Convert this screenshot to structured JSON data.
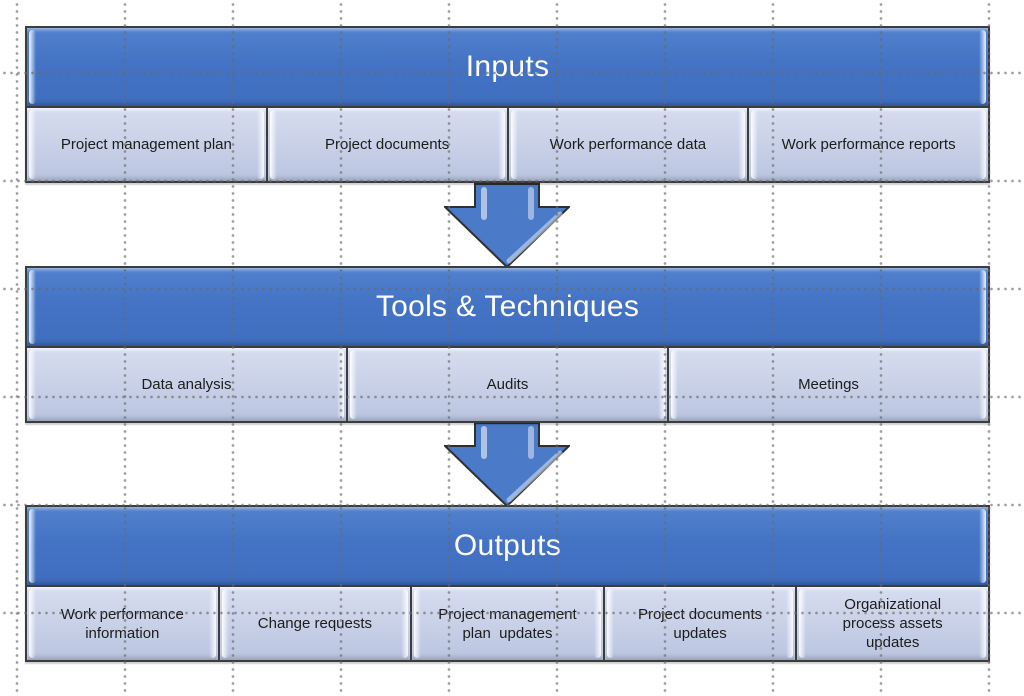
{
  "colors": {
    "background": "#FFFFFF",
    "header_fill": "#4473C5",
    "item_fill": "#C9D1E8",
    "border": "#3C3C3C",
    "header_text": "#FFFFFF",
    "item_text": "#1C1C1C",
    "arrow_fill": "#4A7AC8",
    "grid_dot": "#8C8C8C"
  },
  "sections": [
    {
      "title": "Inputs",
      "items": [
        "Project management plan",
        "Project documents",
        "Work performance data",
        "Work performance reports"
      ]
    },
    {
      "title": "Tools & Techniques",
      "items": [
        "Data analysis",
        "Audits",
        "Meetings"
      ]
    },
    {
      "title": "Outputs",
      "items": [
        "Work performance\ninformation",
        "Change requests",
        "Project management\nplan  updates",
        "Project documents\nupdates",
        "Organizational\nprocess assets\nupdates"
      ]
    }
  ],
  "connectors": [
    {
      "name": "arrow-inputs-to-tools",
      "direction": "down"
    },
    {
      "name": "arrow-tools-to-outputs",
      "direction": "down"
    }
  ]
}
